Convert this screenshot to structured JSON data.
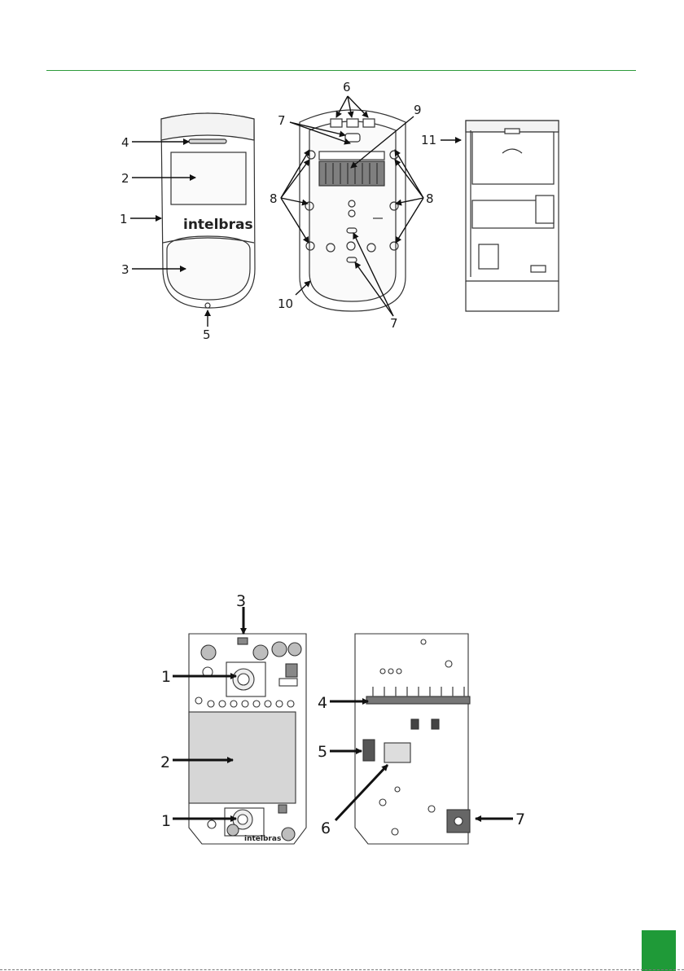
{
  "top_figure": {
    "front_brand": "intelbras",
    "callouts": [
      "1",
      "2",
      "3",
      "4",
      "5",
      "6",
      "7",
      "7",
      "8",
      "8",
      "9",
      "10",
      "11"
    ]
  },
  "bottom_figure": {
    "board_brand": "intelbras",
    "callouts": [
      "1",
      "1",
      "2",
      "3",
      "4",
      "5",
      "6",
      "7"
    ]
  },
  "colors": {
    "accent": "#2e9b3c",
    "tab": "#1f9a38"
  }
}
